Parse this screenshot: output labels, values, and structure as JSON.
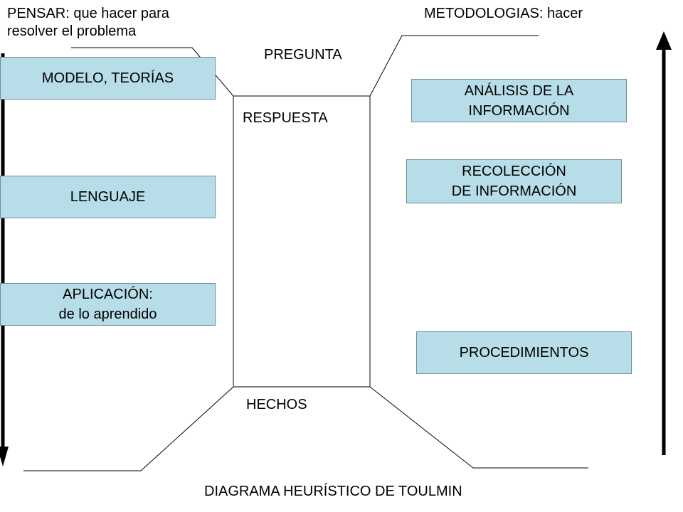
{
  "colors": {
    "box_fill": "#b7dde8",
    "box_border": "#6f8f99",
    "line": "#000000"
  },
  "left_heading": {
    "line1": "PENSAR: que hacer para",
    "line2": "resolver el problema"
  },
  "right_heading": "METODOLOGIAS: hacer",
  "center": {
    "top_label": "PREGUNTA",
    "inside_label": "RESPUESTA",
    "bottom_label": "HECHOS"
  },
  "left_boxes": [
    {
      "line1": "MODELO, TEORÍAS",
      "line2": ""
    },
    {
      "line1": "LENGUAJE",
      "line2": ""
    },
    {
      "line1": "APLICACIÓN:",
      "line2": "de lo aprendido"
    }
  ],
  "right_boxes": [
    {
      "line1": "ANÁLISIS DE LA",
      "line2": "INFORMACIÓN"
    },
    {
      "line1": "RECOLECCIÓN",
      "line2": "DE INFORMACIÓN"
    },
    {
      "line1": "PROCEDIMIENTOS",
      "line2": ""
    }
  ],
  "footer_title": "DIAGRAMA HEURÍSTICO DE TOULMIN",
  "arrows": {
    "left": "arrow-down-icon",
    "right": "arrow-up-icon"
  }
}
